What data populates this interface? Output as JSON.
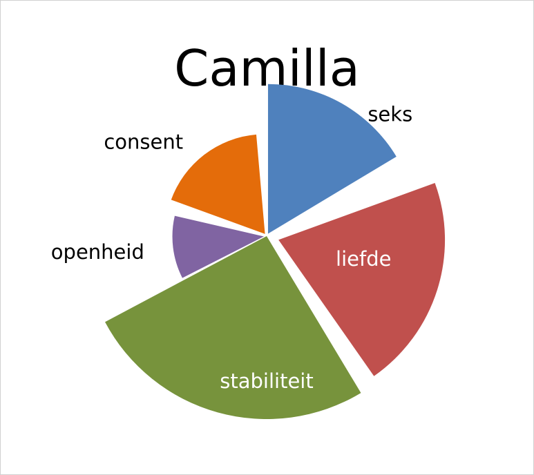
{
  "chart_data": {
    "type": "pie",
    "title": "Camilla",
    "categories": [
      "seks",
      "liefde",
      "stabiliteit",
      "openheid",
      "consent"
    ],
    "values": [
      18,
      20,
      22,
      11,
      12
    ],
    "angles": [
      [
        0,
        59
      ],
      [
        70,
        145
      ],
      [
        149,
        242
      ],
      [
        243,
        283
      ],
      [
        290,
        355
      ]
    ],
    "colors": [
      "#4f81bd",
      "#c0504d",
      "#77933c",
      "#8064a2",
      "#e46c0a"
    ],
    "label_placement": [
      "outside",
      "inside",
      "inside",
      "outside",
      "outside"
    ],
    "legend": false
  }
}
